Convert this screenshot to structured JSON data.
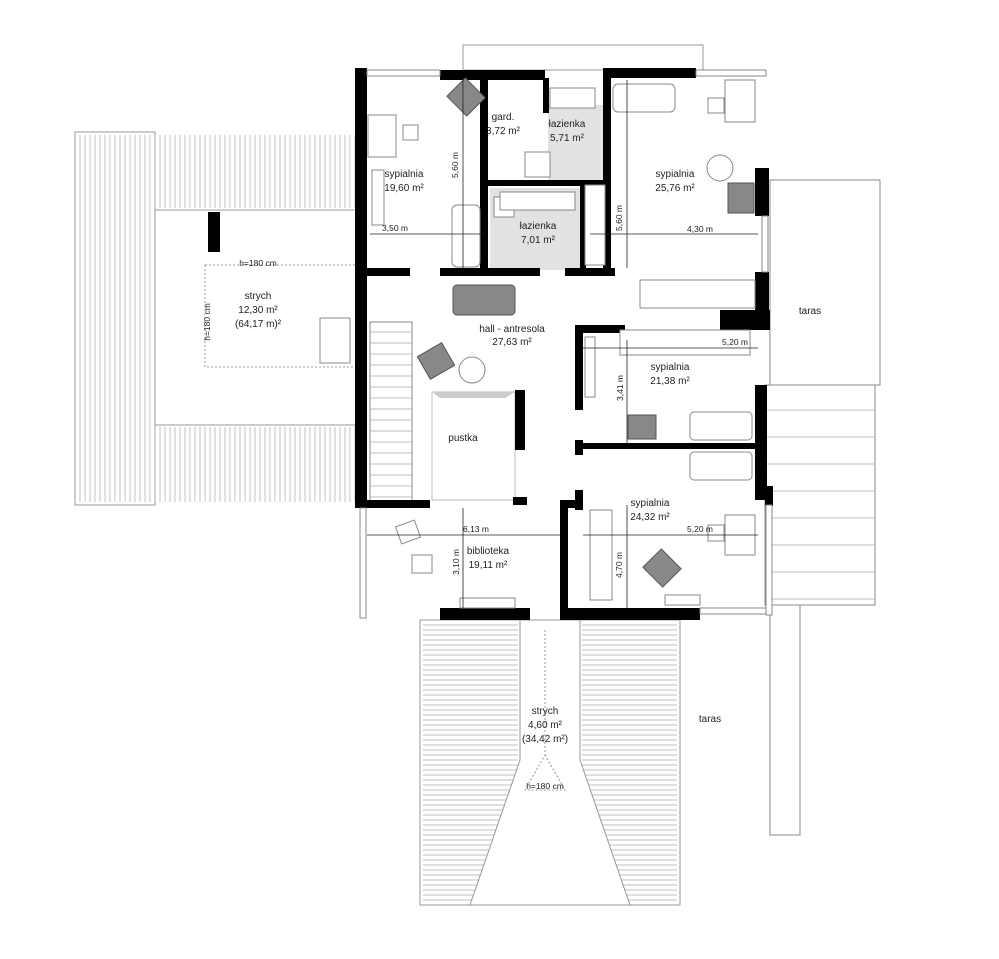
{
  "plan": {
    "rooms": [
      {
        "name": "gard.",
        "area": "3,72 m²"
      },
      {
        "name": "łazienka",
        "area": "5,71 m²"
      },
      {
        "name": "sypialnia",
        "area": "19,60 m²"
      },
      {
        "name": "sypialnia",
        "area": "25,76 m²"
      },
      {
        "name": "łazienka",
        "area": "7,01 m²"
      },
      {
        "name": "strych",
        "area": "12,30 m²",
        "extra": "(64,17 m)²"
      },
      {
        "name": "hall - antresola",
        "area": "27,63 m²"
      },
      {
        "name": "sypialnia",
        "area": "21,38 m²"
      },
      {
        "name": "pustka"
      },
      {
        "name": "sypialnia",
        "area": "24,32 m²"
      },
      {
        "name": "biblioteka",
        "area": "19,11 m²"
      },
      {
        "name": "strych",
        "area": "4,60 m²",
        "extra": "(34,42 m²)"
      },
      {
        "name": "taras"
      },
      {
        "name": "taras"
      }
    ],
    "dimensions": {
      "d350": "3,50 m",
      "d430": "4,30 m",
      "d560a": "5,60 m",
      "d560b": "5,60 m",
      "d520a": "5,20 m",
      "d341": "3,41 m",
      "d520b": "5,20 m",
      "d613": "6,13 m",
      "d310": "3,10 m",
      "d470": "4,70 m",
      "h180a": "h=180 cm",
      "h180b": "h=180 cm",
      "h180c": "h=180 cm"
    }
  }
}
